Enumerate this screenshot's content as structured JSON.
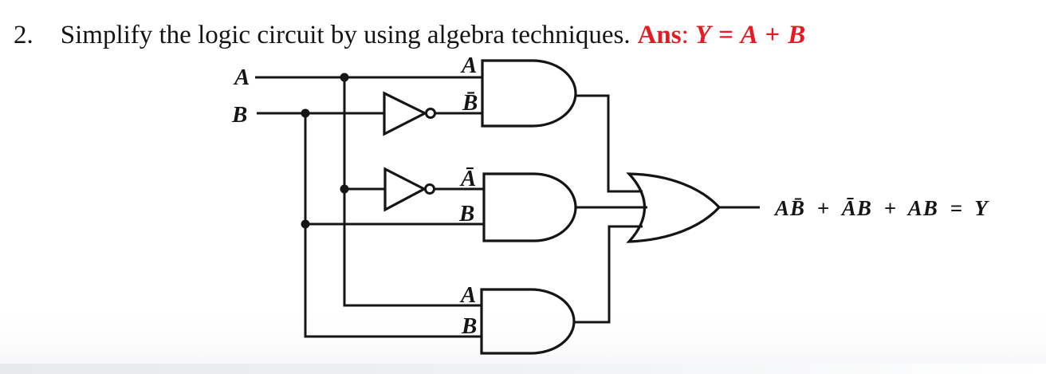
{
  "title": {
    "number": "2.",
    "question": "Simplify the logic circuit by using algebra techniques.",
    "ans_label": "Ans",
    "separator": ":",
    "answer": "Y = A + B",
    "answer_color": "#e41b22"
  },
  "circuit": {
    "line_color": "#151515",
    "inputs": [
      {
        "id": "A",
        "label": "A"
      },
      {
        "id": "B",
        "label": "B"
      }
    ],
    "gates": [
      {
        "id": "inverter-1",
        "type": "NOT",
        "input": "B",
        "output": "B̄"
      },
      {
        "id": "inverter-2",
        "type": "NOT",
        "input": "A",
        "output": "Ā"
      },
      {
        "id": "and-1",
        "type": "AND",
        "inputs": [
          "A",
          "B̄"
        ]
      },
      {
        "id": "and-2",
        "type": "AND",
        "inputs": [
          "Ā",
          "B"
        ]
      },
      {
        "id": "and-3",
        "type": "AND",
        "inputs": [
          "A",
          "B"
        ]
      },
      {
        "id": "or-1",
        "type": "OR",
        "inputs": [
          "AB̄",
          "ĀB",
          "AB"
        ]
      }
    ],
    "labels": {
      "input_a": "A",
      "input_b": "B",
      "and1_top": "A",
      "and1_bottom": "B̄",
      "and2_top": "Ā",
      "and2_bottom": "B",
      "and3_top": "A",
      "and3_bottom": "B",
      "output_expression": "AB̄ + ĀB + AB = Y"
    }
  }
}
